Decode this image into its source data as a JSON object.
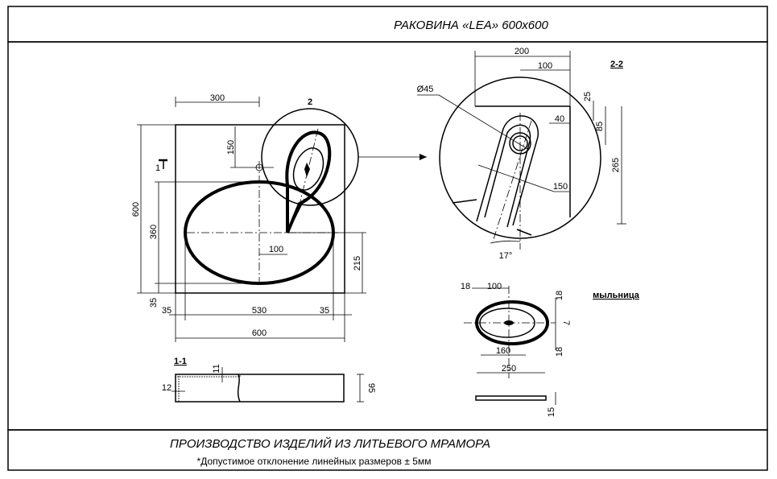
{
  "title": "РАКОВИНА «LEA» 600x600",
  "footer": {
    "heading": "ПРОИЗВОДСТВО ИЗДЕЛИЙ ИЗ ЛИТЬЕВОГО МРАМОРА",
    "note": "*Допустимое отклонение линейных размеров  ± 5мм"
  },
  "plan_view": {
    "detail_label": "2",
    "section_label": "1",
    "dimensions": {
      "width_total": "600",
      "height_total": "600",
      "tap_offset_x": "300",
      "tap_offset_y": "150",
      "bowl_height": "360",
      "bowl_offset_bottom": "35",
      "left_margin": "35",
      "bowl_width": "530",
      "right_margin": "35",
      "drain_offset": "100",
      "drain_height": "215"
    }
  },
  "section_1_1": {
    "label": "1-1",
    "dimensions": {
      "top_wall": "11",
      "side_wall": "12",
      "height": "95"
    }
  },
  "detail_2_2": {
    "label": "2-2",
    "dimensions": {
      "width_200": "200",
      "width_100": "100",
      "diameter": "Ø45",
      "offset_40": "40",
      "offset_25": "25",
      "height_85": "85",
      "height_265": "265",
      "width_150": "150",
      "angle": "17°"
    }
  },
  "soap_dish": {
    "label": "мыльница",
    "dimensions": {
      "rim": "18",
      "half_length": "100",
      "inner_length": "160",
      "outer_length": "250",
      "rim_top": "18",
      "drain": "7",
      "rim_bottom": "18",
      "thickness": "15"
    }
  }
}
